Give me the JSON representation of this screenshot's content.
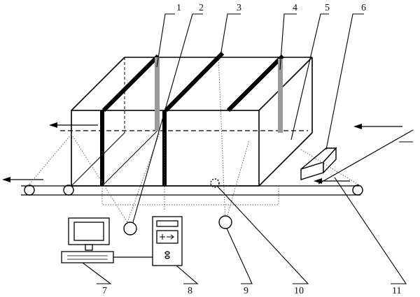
{
  "labels": {
    "l1": "1",
    "l2": "2",
    "l3": "3",
    "l4": "4",
    "l5": "5",
    "l6": "6",
    "l7": "7",
    "l8": "8",
    "l9": "9",
    "l10": "10",
    "l11": "11"
  },
  "colors": {
    "line": "#000000",
    "gray_bar": "#9a9a9a",
    "dotted": "#555555"
  }
}
